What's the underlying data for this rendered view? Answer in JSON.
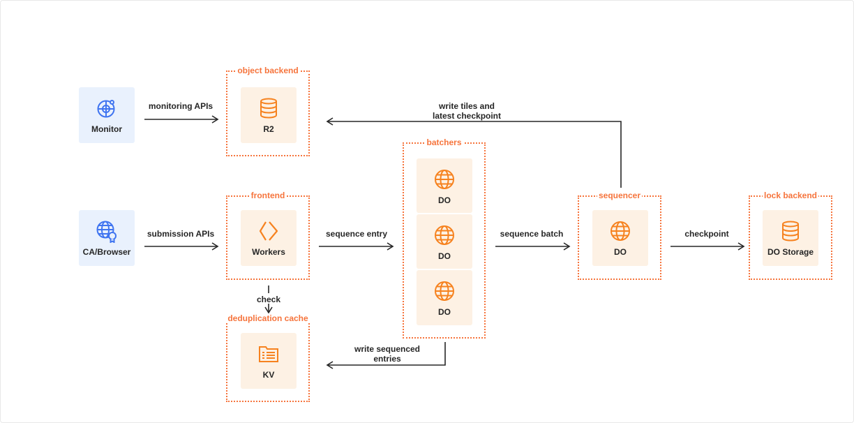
{
  "nodes": {
    "monitor": {
      "label": "Monitor",
      "icon": "monitor-globe-icon"
    },
    "ca_browser": {
      "label": "CA/Browser",
      "icon": "certificate-globe-icon"
    },
    "r2": {
      "label": "R2",
      "icon": "database-icon"
    },
    "workers": {
      "label": "Workers",
      "icon": "workers-chevrons-icon"
    },
    "kv": {
      "label": "KV",
      "icon": "kv-folder-icon"
    },
    "batcher_1": {
      "label": "DO",
      "icon": "globe-icon"
    },
    "batcher_2": {
      "label": "DO",
      "icon": "globe-icon"
    },
    "batcher_3": {
      "label": "DO",
      "icon": "globe-icon"
    },
    "sequencer_do": {
      "label": "DO",
      "icon": "globe-icon"
    },
    "do_storage": {
      "label": "DO Storage",
      "icon": "database-icon"
    }
  },
  "groups": {
    "object_backend": "object backend",
    "frontend": "frontend",
    "dedup_cache": "deduplication cache",
    "batchers": "batchers",
    "sequencer": "sequencer",
    "lock_backend": "lock backend"
  },
  "edges": {
    "monitoring_apis": "monitoring APIs",
    "submission_apis": "submission APIs",
    "check": "check",
    "sequence_entry": "sequence entry",
    "sequence_batch": "sequence batch",
    "checkpoint": "checkpoint",
    "write_tiles_1": "write tiles and",
    "write_tiles_2": "latest checkpoint",
    "write_sequenced_1": "write sequenced",
    "write_sequenced_2": "entries"
  },
  "colors": {
    "accent_orange": "#f6743c",
    "icon_orange": "#f6821f",
    "icon_blue": "#3f74f0",
    "card_orange_bg": "#fdf1e4",
    "card_blue_bg": "#e9f1fd",
    "arrow": "#262626"
  }
}
